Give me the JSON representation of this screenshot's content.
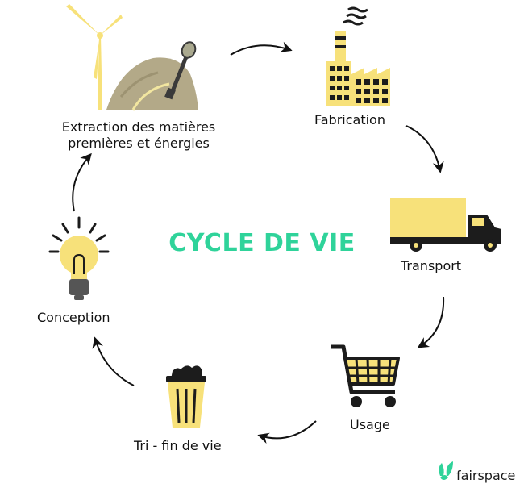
{
  "title": "CYCLE DE VIE",
  "stages": [
    {
      "id": "extraction",
      "label_line1": "Extraction des matières",
      "label_line2": "premières et énergies",
      "icon": "wind-turbine-mine-icon"
    },
    {
      "id": "fabrication",
      "label": "Fabrication",
      "icon": "factory-icon"
    },
    {
      "id": "transport",
      "label": "Transport",
      "icon": "truck-icon"
    },
    {
      "id": "usage",
      "label": "Usage",
      "icon": "shopping-cart-icon"
    },
    {
      "id": "tri",
      "label": "Tri - fin de vie",
      "icon": "trash-bin-icon"
    },
    {
      "id": "conception",
      "label": "Conception",
      "icon": "light-bulb-icon"
    }
  ],
  "brand": {
    "name": "fairspace",
    "icon": "fairspace-logo-icon"
  },
  "colors": {
    "accent": "#2fd39a",
    "icon_yellow": "#f7e17a",
    "icon_dark": "#1c1c1c",
    "mound": "#b3a988",
    "arrow": "#111111"
  }
}
